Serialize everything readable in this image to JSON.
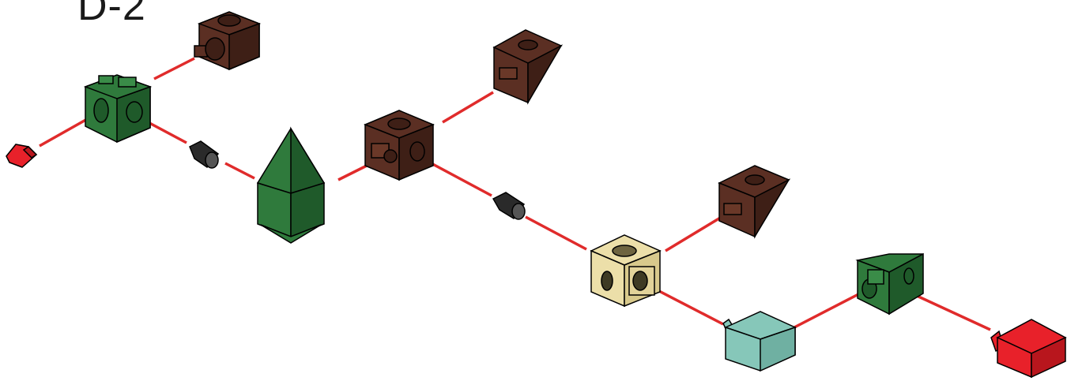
{
  "step": {
    "label": "D-2"
  },
  "colors": {
    "brown": "#5b2f23",
    "brown_dark": "#3e1f16",
    "green": "#2f7a3c",
    "green_dark": "#1f5a2a",
    "red": "#e8212a",
    "cream": "#ecdfa9",
    "teal": "#86c7b9",
    "connector": "#2a2a2a",
    "guide_line": "#e02b2b"
  },
  "parts": [
    "red-cap-left",
    "green-hub-cube",
    "brown-round-cube-top",
    "black-connector-1",
    "green-diamond-spindle",
    "brown-cube-center",
    "brown-wedge-top",
    "black-connector-2",
    "cream-hub-cube",
    "brown-wedge-right",
    "teal-roof-block",
    "green-wedge-cube",
    "red-roof-block"
  ]
}
